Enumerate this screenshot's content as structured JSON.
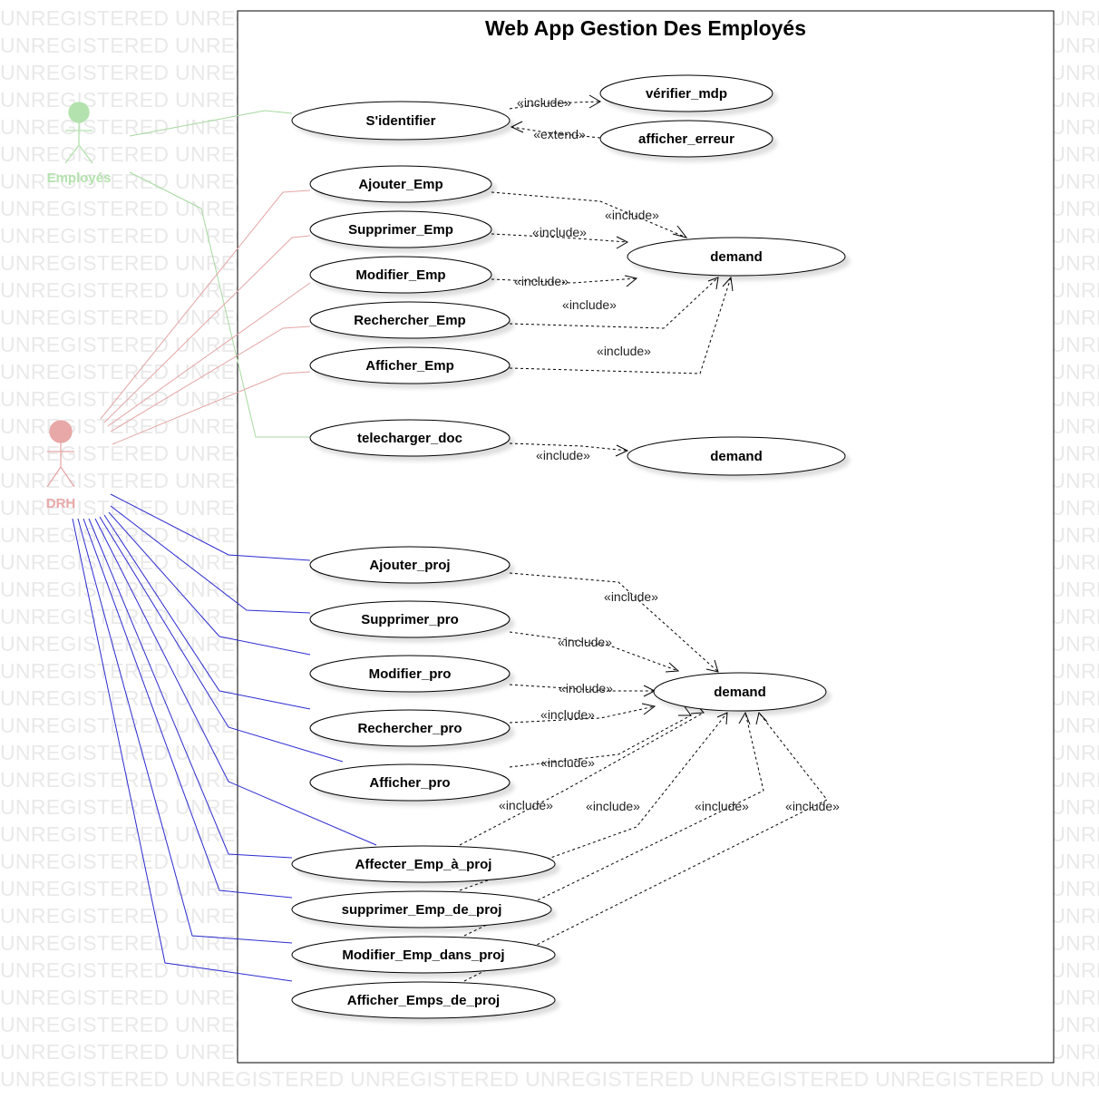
{
  "watermark": "UNREGISTERED UNREGISTERED UNREGISTERED UNREGISTERED UNREGISTERED UNREGISTERED UNREGISTERED",
  "system": {
    "title": "Web App Gestion Des Employés"
  },
  "actors": {
    "employes": {
      "label": "Employés",
      "color": "#b4e2ae"
    },
    "drh": {
      "label": "DRH",
      "color": "#e8a8a8"
    }
  },
  "colors": {
    "employes_assoc": "#a6d9a0",
    "drh_assoc": "#e5a5a5",
    "drh_project_assoc": "#2b2bd1",
    "dependency": "#000000"
  },
  "use_cases": {
    "sidentifier": "S'identifier",
    "verifier_mdp": "vérifier_mdp",
    "afficher_erreur": "afficher_erreur",
    "ajouter_emp": "Ajouter_Emp",
    "supprimer_emp": "Supprimer_Emp",
    "modifier_emp": "Modifier_Emp",
    "rechercher_emp": "Rechercher_Emp",
    "afficher_emp": "Afficher_Emp",
    "demand_emp": "demand",
    "telecharger_doc": "telecharger_doc",
    "demand_doc": "demand",
    "ajouter_proj": "Ajouter_proj",
    "supprimer_pro": "Supprimer_pro",
    "modifier_pro": "Modifier_pro",
    "rechercher_pro": "Rechercher_pro",
    "afficher_pro": "Afficher_pro",
    "demand_proj": "demand",
    "affecter_emp": "Affecter_Emp_à_proj",
    "supprimer_emp_proj": "supprimer_Emp_de_proj",
    "modifier_emp_proj": "Modifier_Emp_dans_proj",
    "afficher_emps_proj": "Afficher_Emps_de_proj"
  },
  "stereotypes": {
    "include": "«include»",
    "extend": "«extend»"
  }
}
